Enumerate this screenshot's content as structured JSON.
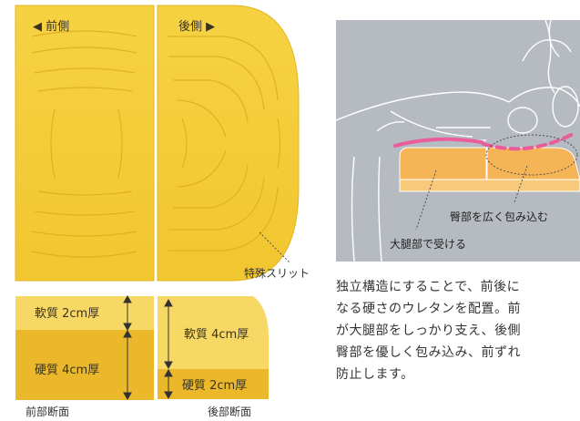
{
  "top_view": {
    "front_label": "◀ 前側",
    "rear_label": "後側 ▶",
    "callout": "特殊スリット"
  },
  "front_section": {
    "soft_layer": "軟質 2cm厚",
    "hard_layer": "硬質 4cm厚",
    "caption": "前部断面"
  },
  "rear_section": {
    "soft_layer": "軟質 4cm厚",
    "hard_layer": "硬質 2cm厚",
    "caption": "後部断面"
  },
  "illustration": {
    "label_buttocks": "臀部を広く包み込む",
    "label_thigh": "大腿部で受ける"
  },
  "description": {
    "lines": [
      "独立構造にすることで、前後に",
      "なる硬さのウレタンを配置。前",
      "が大腿部をしっかり支え、後側",
      "臀部を優しく包み込み、前ずれ",
      "防止します。"
    ]
  },
  "colors": {
    "cushion_yellow": "#f5cf3c",
    "cushion_edge": "#e8b826",
    "soft_layer": "#f7d865",
    "hard_layer": "#eab82a",
    "illustration_bg": "#b5bbc0",
    "pink_line": "#e85d9a",
    "seat_orange": "#f5b556"
  }
}
